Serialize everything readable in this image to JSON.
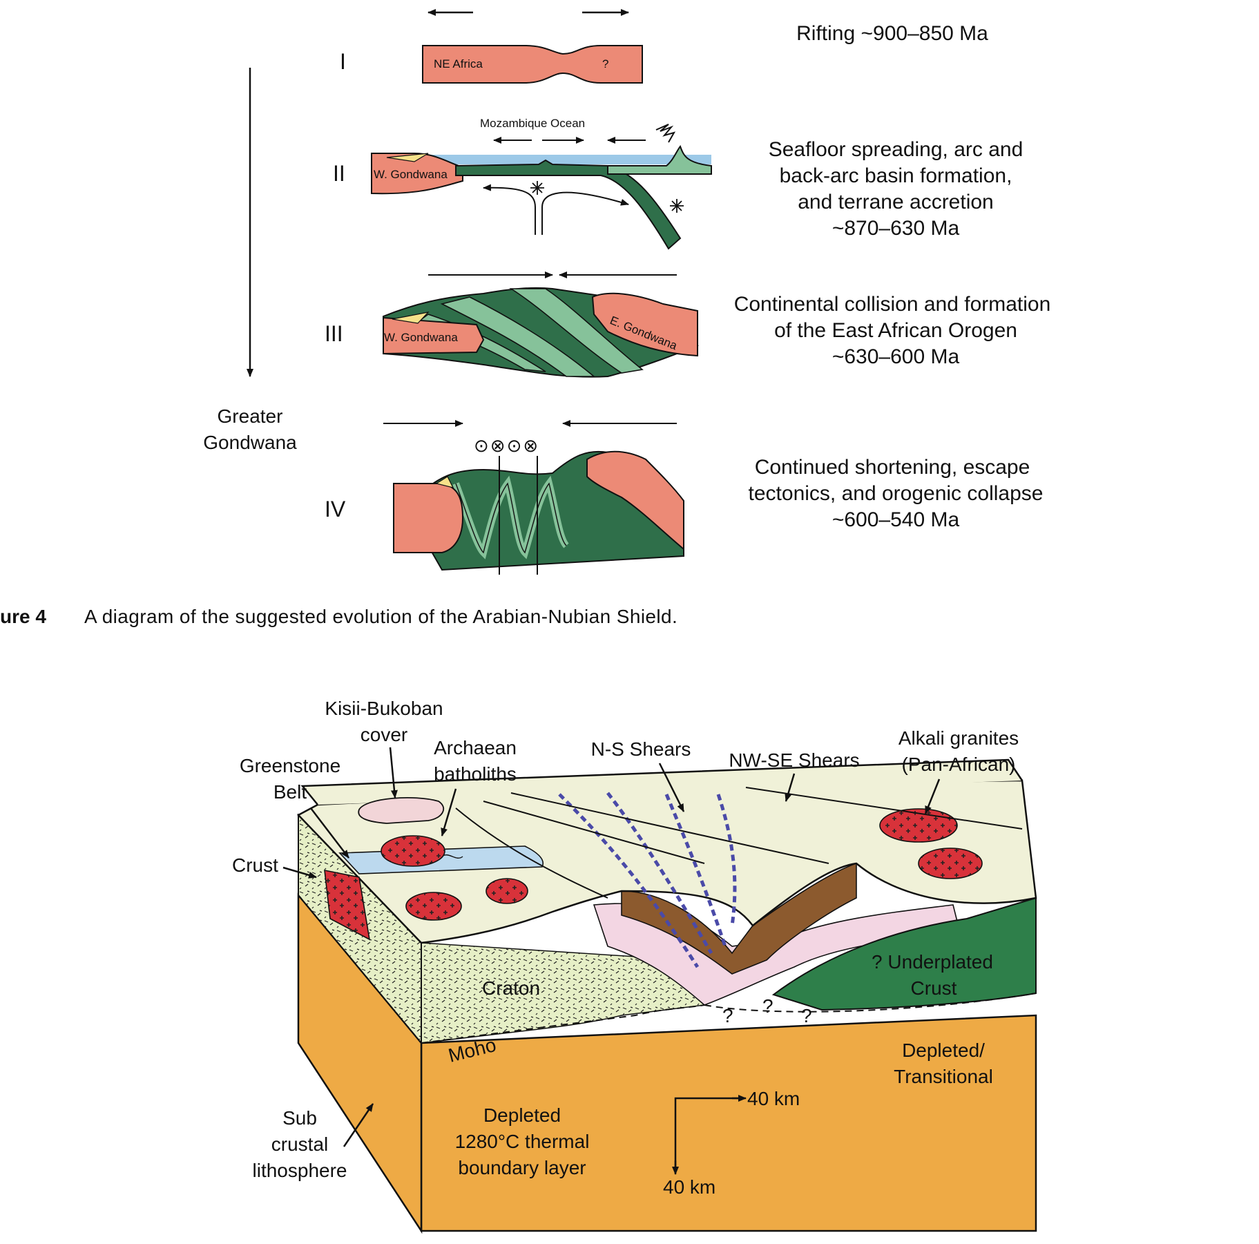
{
  "colors": {
    "continent": "#ec8a76",
    "ocean": "#9cc9e8",
    "arc_dark": "#2f6f4a",
    "arc_light": "#86c29a",
    "mantle": "#eeaa45",
    "craton": "#e6efc6",
    "surface": "#f0f1d8",
    "greenstone": "#bcd9ee",
    "granite": "#d8323a",
    "kisii": "#f2d5d8",
    "pink_band": "#f3d6e3",
    "shear_blue": "#4a4aa8",
    "brown": "#8c5a2e",
    "underplate": "#2e7f4a"
  },
  "fig4": {
    "stages": [
      {
        "roman": "I",
        "label": "Rifting ~900–850 Ma",
        "tags": [
          "NE Africa",
          "?"
        ]
      },
      {
        "roman": "II",
        "label_lines": [
          "Seafloor spreading, arc and",
          "back-arc basin formation,",
          "and terrane accretion",
          "~870–630 Ma"
        ],
        "tags": [
          "Mozambique Ocean",
          "W. Gondwana"
        ]
      },
      {
        "roman": "III",
        "label_lines": [
          "Continental collision and formation",
          "of the East African Orogen",
          "~630–600 Ma"
        ],
        "tags": [
          "W. Gondwana",
          "E. Gondwana"
        ]
      },
      {
        "roman": "IV",
        "label_lines": [
          "Continued shortening, escape",
          "tectonics, and orogenic collapse",
          "~600–540 Ma"
        ],
        "symbols": "⊙⊗⊙⊗"
      }
    ],
    "greater_gondwana": [
      "Greater",
      "Gondwana"
    ],
    "caption_prefix": "ure 4",
    "caption_text": "A diagram of the suggested evolution of the Arabian-Nubian Shield."
  },
  "block": {
    "labels": {
      "kisii": [
        "Kisii-Bukoban",
        "cover"
      ],
      "archaean": [
        "Archaean",
        "batholiths"
      ],
      "greenstone": [
        "Greenstone",
        "Belt"
      ],
      "crust": "Crust",
      "ns_shears": "N-S Shears",
      "nwse_shears": "NW-SE Shears",
      "alkali": [
        "Alkali granites",
        "(Pan-African)"
      ],
      "underplated": [
        "? Underplated",
        "Crust"
      ],
      "craton": "Craton",
      "moho": "Moho",
      "depleted_transitional": [
        "Depleted/",
        "Transitional"
      ],
      "sub_crustal": [
        "Sub",
        "crustal",
        "lithosphere"
      ],
      "depleted_layer": [
        "Depleted",
        "1280°C thermal",
        "boundary layer"
      ],
      "scale_h": "40 km",
      "scale_v": "40 km",
      "question": "?"
    }
  }
}
